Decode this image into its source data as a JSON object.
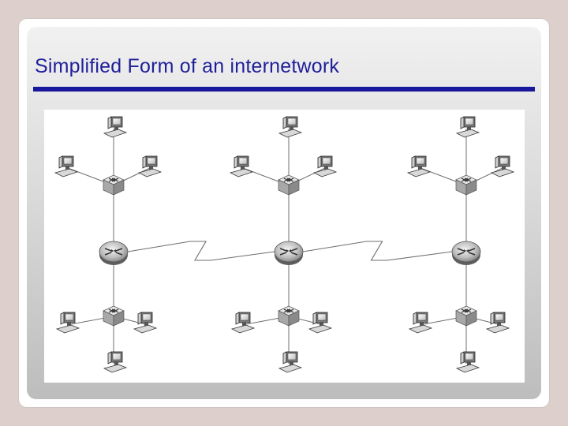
{
  "slide": {
    "title": "Simplified Form of an internetwork"
  },
  "diagram": {
    "type": "network-topology",
    "routers": 3,
    "serial_links": [
      [
        1,
        2
      ],
      [
        2,
        3
      ]
    ],
    "lans_per_router": 2,
    "workstations_per_lan": 3,
    "node_icons": [
      "router-icon",
      "switch-icon",
      "workstation-icon"
    ]
  },
  "colors": {
    "background": "#dccfcc",
    "title": "#1f1f9a",
    "rule": "#17189b"
  }
}
